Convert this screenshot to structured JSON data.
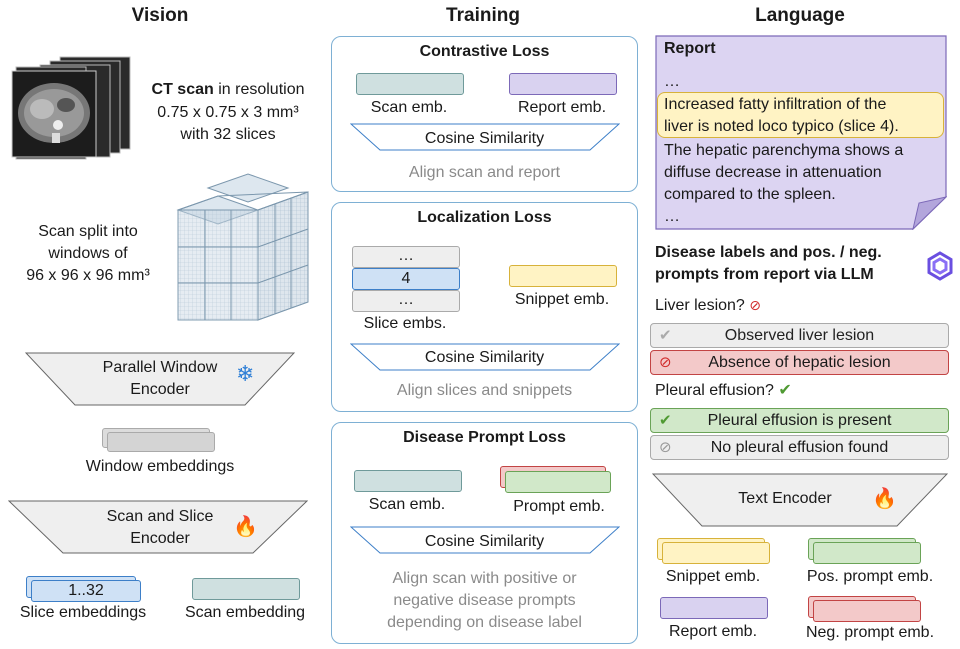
{
  "columns": {
    "vision": "Vision",
    "training": "Training",
    "language": "Language"
  },
  "vision": {
    "ct_bold": "CT scan",
    "ct_rest": " in resolution",
    "ct_line2": "0.75 x 0.75 x 3 mm³",
    "ct_line3": "with 32 slices",
    "split_line1": "Scan split into",
    "split_line2": "windows of",
    "split_line3": "96 x 96 x 96 mm³",
    "parallel_line1": "Parallel Window",
    "parallel_line2": "Encoder",
    "window_embeddings": "Window embeddings",
    "scan_slice_line1": "Scan and Slice",
    "scan_slice_line2": "Encoder",
    "slice_range": "1..32",
    "slice_embeddings": "Slice embeddings",
    "scan_embedding": "Scan embedding"
  },
  "training": {
    "contrastive": {
      "title": "Contrastive Loss",
      "scan": "Scan emb.",
      "report": "Report emb.",
      "cosine": "Cosine Similarity",
      "caption": "Align scan and report"
    },
    "localization": {
      "title": "Localization Loss",
      "dots_top": "…",
      "slice_number": "4",
      "dots_bottom": "…",
      "slices": "Slice embs.",
      "snippet": "Snippet emb.",
      "cosine": "Cosine Similarity",
      "caption": "Align slices and snippets"
    },
    "disease": {
      "title": "Disease Prompt Loss",
      "scan": "Scan emb.",
      "prompt": "Prompt emb.",
      "cosine": "Cosine Similarity",
      "caption_line1": "Align scan with positive or",
      "caption_line2": "negative disease prompts",
      "caption_line3": "depending on disease label"
    }
  },
  "language": {
    "report": {
      "title": "Report",
      "ellipsis_top": "…",
      "highlight_line1": "Increased fatty infiltration of the",
      "highlight_line2": "liver is noted loco typico (slice 4).",
      "body_line1": "The hepatic parenchyma shows a",
      "body_line2": "diffuse decrease in attenuation",
      "body_line3": "compared to the spleen.",
      "ellipsis_bottom": "…"
    },
    "llm_line1": "Disease labels and pos. / neg.",
    "llm_line2": "prompts from report via LLM",
    "q1": "Liver lesion?",
    "q1_p1": "Observed liver lesion",
    "q1_p2": "Absence of hepatic lesion",
    "q2": "Pleural effusion?",
    "q2_p1": "Pleural effusion is present",
    "q2_p2": "No pleural effusion found",
    "text_encoder": "Text Encoder",
    "snippet": "Snippet emb.",
    "pos_prompt": "Pos. prompt emb.",
    "report_emb": "Report emb.",
    "neg_prompt": "Neg. prompt emb."
  },
  "colors": {
    "scan": "#cfe0e0",
    "report": "#d9d2f0",
    "snippet": "#fff3c4",
    "positive": "#d1e8c9",
    "negative": "#f3c9c9",
    "slice": "#cfe1f5"
  },
  "icons": [
    "snowflake-icon",
    "fire-icon",
    "ct-stack-icon",
    "window-cube-icon",
    "llm-logo-icon",
    "check-icon",
    "no-icon"
  ]
}
